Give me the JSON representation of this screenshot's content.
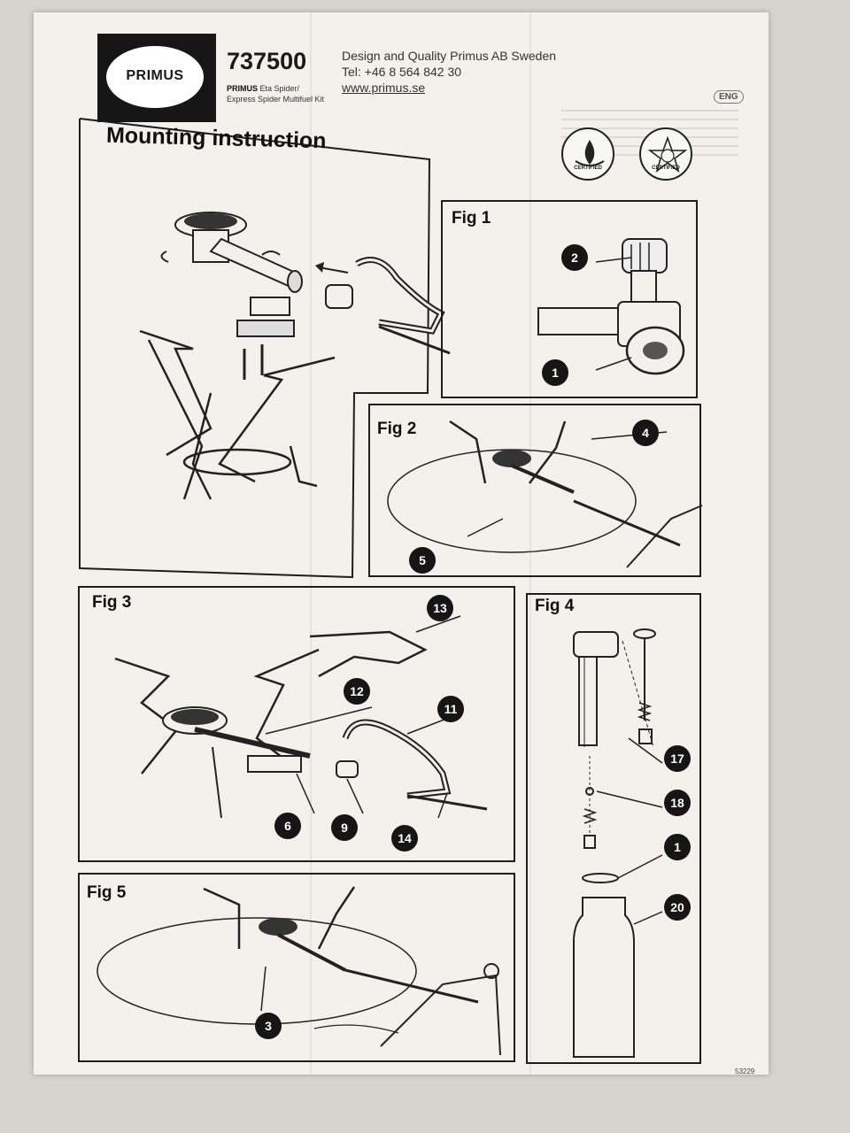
{
  "header": {
    "logo_text": "PRIMUS",
    "model_number": "737500",
    "product_brand": "PRIMUS",
    "product_line1": " Eta Spider/",
    "product_line2": "Express Spider Multifuel Kit",
    "company_line1": "Design and Quality Primus AB Sweden",
    "company_line2": "Tel: +46 8 564 842 30",
    "company_url": "www.primus.se"
  },
  "language_tag": "ENG",
  "badges": {
    "badge1": "CERTIFIED",
    "badge2": "CERTIFIED"
  },
  "mounting": {
    "title": "Mounting instruction"
  },
  "figures": {
    "fig1": {
      "title": "Fig 1",
      "callouts": [
        "2",
        "1"
      ]
    },
    "fig2": {
      "title": "Fig 2",
      "callouts": [
        "4",
        "5"
      ]
    },
    "fig3": {
      "title": "Fig 3",
      "callouts": [
        "13",
        "12",
        "11",
        "6",
        "9",
        "14"
      ]
    },
    "fig4": {
      "title": "Fig 4",
      "callouts": [
        "17",
        "18",
        "1",
        "20"
      ]
    },
    "fig5": {
      "title": "Fig 5",
      "callouts": [
        "3"
      ]
    }
  },
  "footer": {
    "code": "53229"
  }
}
